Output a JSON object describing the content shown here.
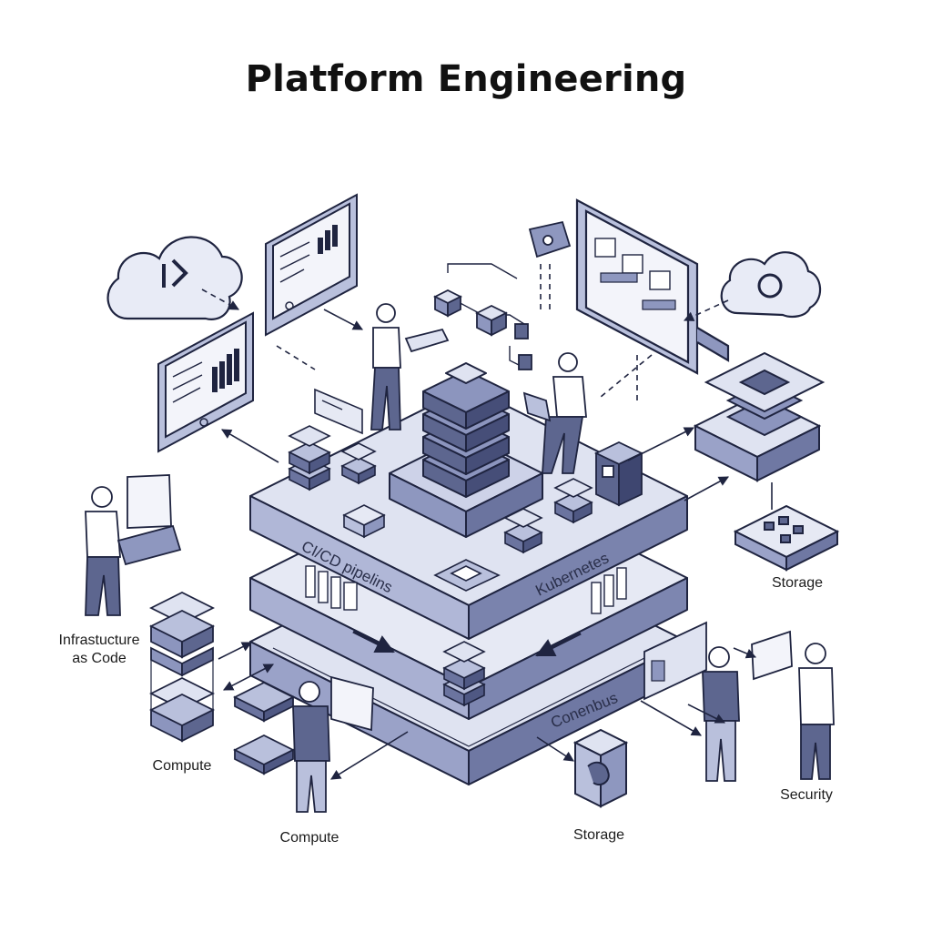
{
  "title": "Platform Engineering",
  "layers": {
    "top_left": "CI/CD pipelins",
    "top_right": "Kubernetes",
    "bottom": "Conenbus"
  },
  "labels": {
    "iac_line1": "Infrastucture",
    "iac_line2": "as Code",
    "compute_left": "Compute",
    "compute_bottom": "Compute",
    "storage_right": "Storage",
    "storage_bottom": "Storage",
    "security": "Security"
  },
  "colors": {
    "ink": "#2a2f4a",
    "fill_light": "#dfe3f1",
    "fill_mid": "#b9c0dc",
    "fill_dark": "#5d668f",
    "line": "#1f2440"
  }
}
